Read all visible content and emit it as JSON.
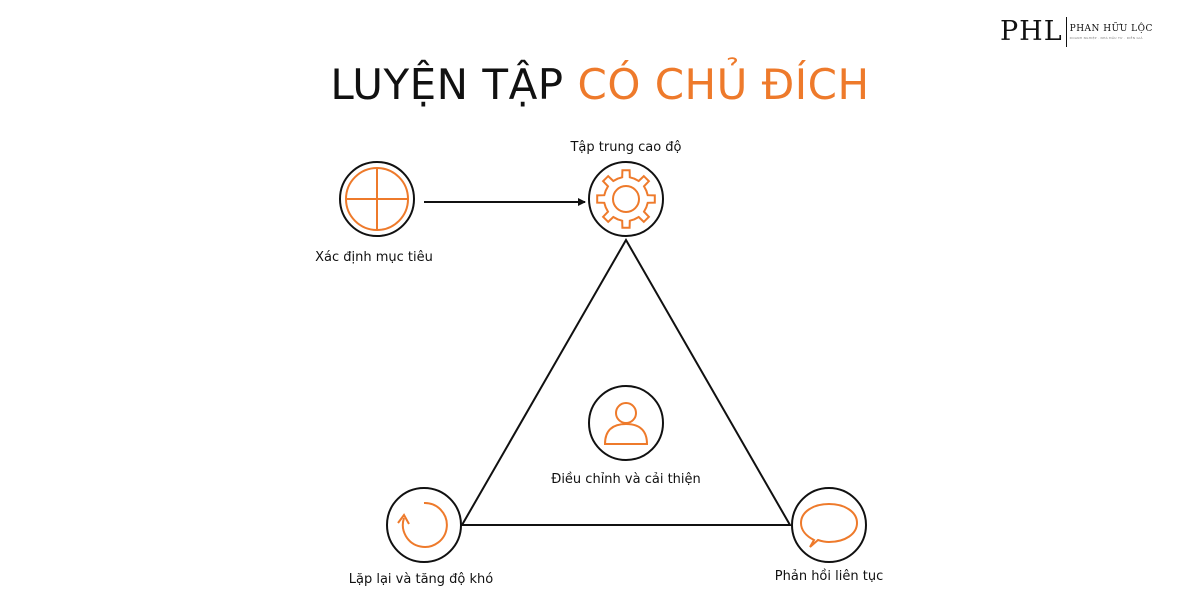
{
  "title": {
    "prefix": "LUYỆN TẬP",
    "accent": "CÓ CHỦ ĐÍCH"
  },
  "logo": {
    "monogram": "PHL",
    "name": "PHAN HỮU LỘC",
    "tagline": "DOANH NGHIỆP · NHÀ ĐẦU TƯ · DIỄN GIẢ"
  },
  "nodes": {
    "target": {
      "label": "Xác định mục tiêu",
      "icon": "crosshair-icon"
    },
    "focus": {
      "label": "Tập trung cao độ",
      "icon": "gear-icon"
    },
    "adjust": {
      "label": "Điều chỉnh và cải thiện",
      "icon": "person-icon"
    },
    "repeat": {
      "label": "Lặp lại và tăng độ khó",
      "icon": "circular-arrow-icon"
    },
    "feedback": {
      "label": "Phản hồi liên tục",
      "icon": "speech-bubble-icon"
    }
  },
  "colors": {
    "accent": "#ee7a2b",
    "line": "#111111",
    "text": "#111111"
  }
}
